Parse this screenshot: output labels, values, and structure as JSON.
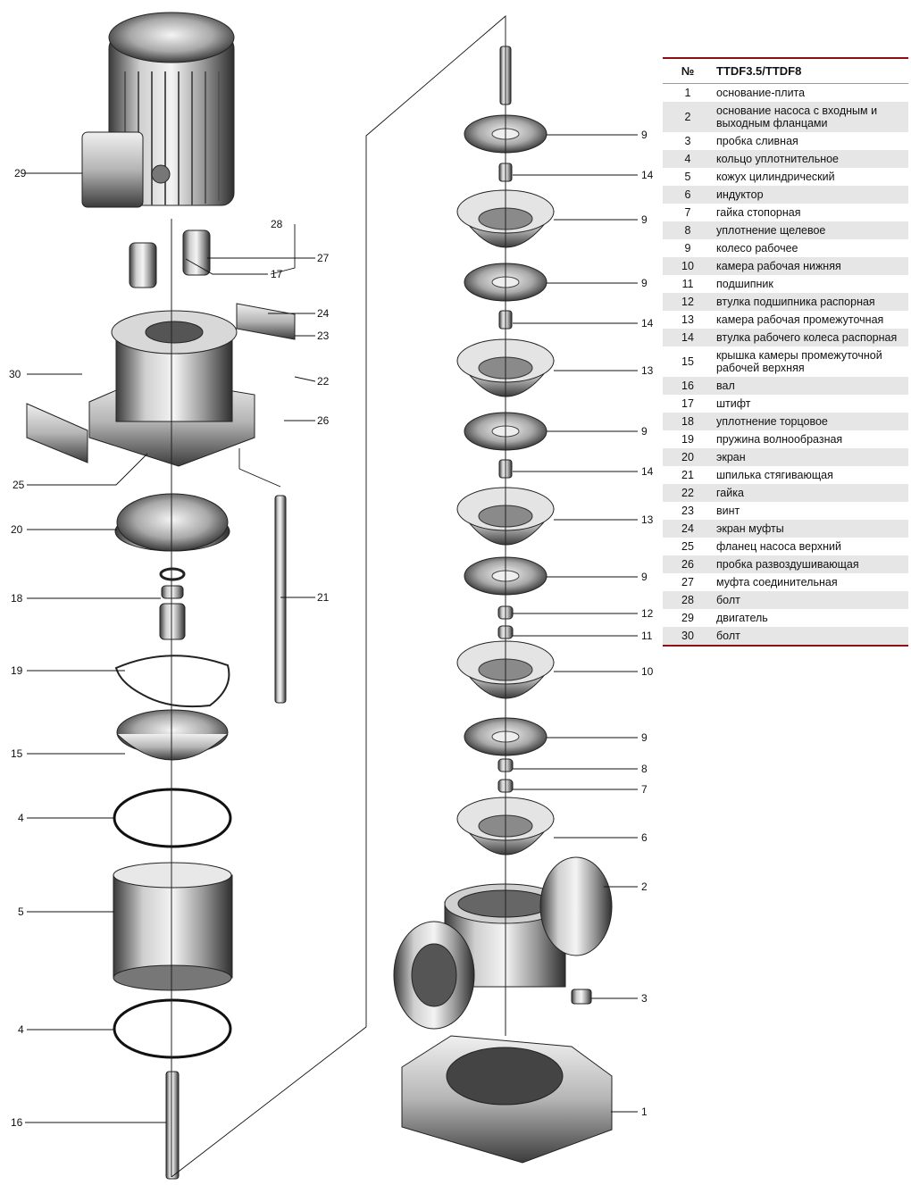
{
  "table": {
    "header_num": "№",
    "header_model": "TTDF3.5/TTDF8",
    "rows": [
      {
        "num": "1",
        "name": "основание-плита"
      },
      {
        "num": "2",
        "name": "основание насоса с входным и выходным фланцами"
      },
      {
        "num": "3",
        "name": "пробка сливная"
      },
      {
        "num": "4",
        "name": "кольцо уплотнительное"
      },
      {
        "num": "5",
        "name": "кожух цилиндрический"
      },
      {
        "num": "6",
        "name": "индуктор"
      },
      {
        "num": "7",
        "name": "гайка стопорная"
      },
      {
        "num": "8",
        "name": "уплотнение щелевое"
      },
      {
        "num": "9",
        "name": "колесо рабочее"
      },
      {
        "num": "10",
        "name": "камера рабочая нижняя"
      },
      {
        "num": "11",
        "name": "подшипник"
      },
      {
        "num": "12",
        "name": "втулка подшипника распорная"
      },
      {
        "num": "13",
        "name": "камера рабочая промежуточная"
      },
      {
        "num": "14",
        "name": "втулка рабочего колеса распорная"
      },
      {
        "num": "15",
        "name": "крышка камеры промежуточной рабочей верхняя"
      },
      {
        "num": "16",
        "name": "вал"
      },
      {
        "num": "17",
        "name": "штифт"
      },
      {
        "num": "18",
        "name": "уплотнение торцовое"
      },
      {
        "num": "19",
        "name": "пружина волнообразная"
      },
      {
        "num": "20",
        "name": "экран"
      },
      {
        "num": "21",
        "name": "шпилька стягивающая"
      },
      {
        "num": "22",
        "name": "гайка"
      },
      {
        "num": "23",
        "name": "винт"
      },
      {
        "num": "24",
        "name": "экран муфты"
      },
      {
        "num": "25",
        "name": "фланец насоса верхний"
      },
      {
        "num": "26",
        "name": "пробка развоздушивающая"
      },
      {
        "num": "27",
        "name": "муфта соединительная"
      },
      {
        "num": "28",
        "name": "болт"
      },
      {
        "num": "29",
        "name": "двигатель"
      },
      {
        "num": "30",
        "name": "болт"
      }
    ]
  },
  "diagram": {
    "left_callouts": [
      "29",
      "28",
      "27",
      "17",
      "24",
      "23",
      "30",
      "22",
      "26",
      "25",
      "20",
      "21",
      "18",
      "19",
      "15",
      "4",
      "5",
      "4",
      "16"
    ],
    "right_callouts": [
      "9",
      "14",
      "9",
      "9",
      "14",
      "13",
      "9",
      "14",
      "13",
      "9",
      "12",
      "11",
      "10",
      "9",
      "8",
      "7",
      "6",
      "2",
      "3",
      "1"
    ]
  }
}
